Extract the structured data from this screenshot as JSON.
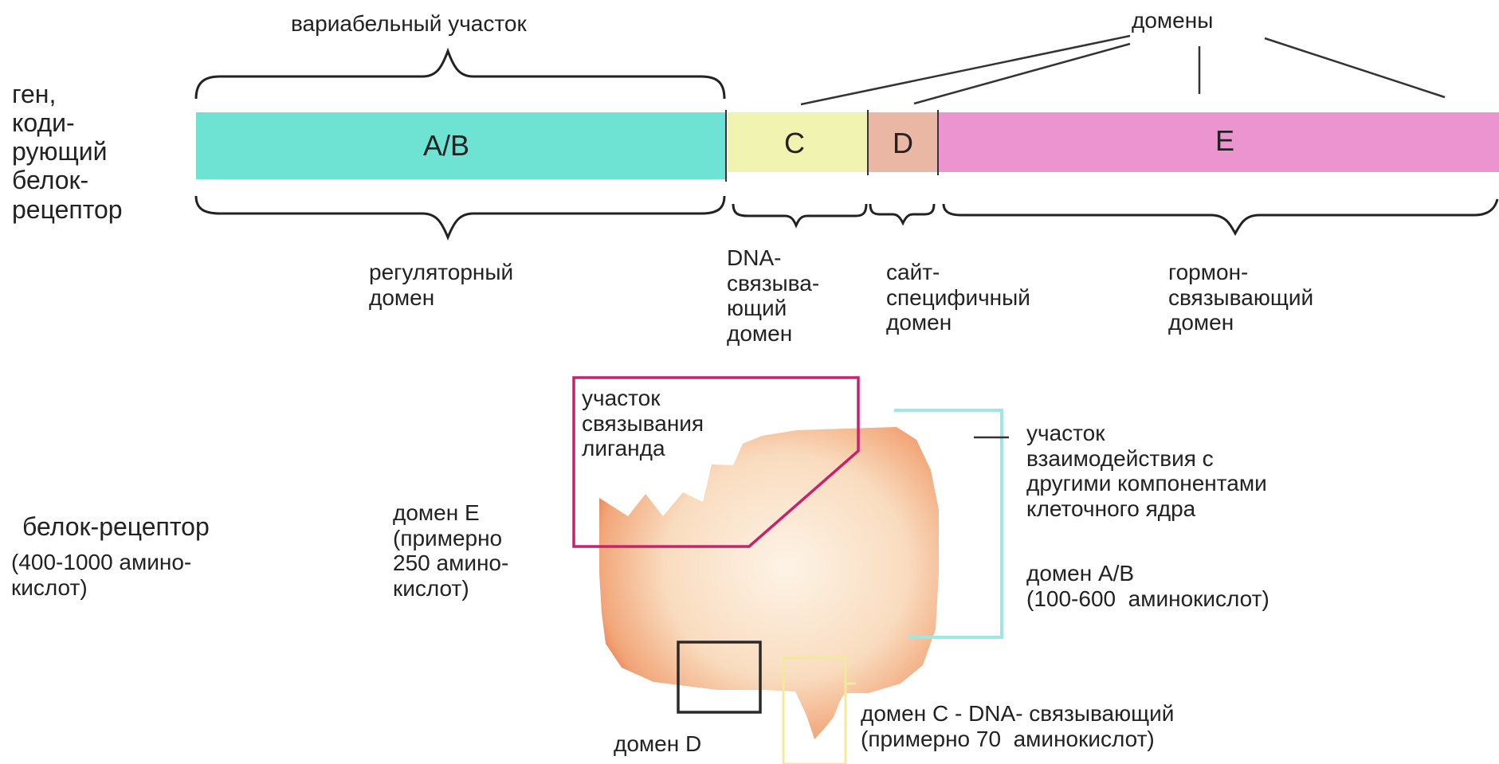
{
  "gene": {
    "label": "ген,\nкоди-\nрующий\nбелок-\nрецептор",
    "variable_label": "вариабельный участок",
    "domains_label": "домены",
    "segments": [
      {
        "id": "AB",
        "label": "A/B",
        "color": "#6fe3d3"
      },
      {
        "id": "C",
        "label": "C",
        "color": "#f1f3b0"
      },
      {
        "id": "D",
        "label": "D",
        "color": "#eab7a4"
      },
      {
        "id": "E",
        "label": "E",
        "color": "#ec94cf"
      }
    ],
    "domain_names": {
      "ab": "регуляторный\nдомен",
      "c": "DNA-\nсвязыва-\nющий\nдомен",
      "d": "сайт-\nспецифичный\nдомен",
      "e": "гормон-\nсвязывающий\nдомен"
    }
  },
  "protein": {
    "label": "белок-рецептор",
    "size_note": "(400-1000 амино-\nкислот)",
    "ligand_site": "участок\nсвязывания\nлиганда",
    "domain_e": "домен E\n(примерно\n250 амино-\nкислот)",
    "interaction_site": "участок\nвзаимодействия с\nдругими компонентами\nклеточного ядра",
    "domain_ab": "домен A/B\n(100-600  аминокислот)",
    "domain_c": "домен C - DNA- связывающий\n(примерно 70  аминокислот)",
    "domain_d": "домен D"
  }
}
